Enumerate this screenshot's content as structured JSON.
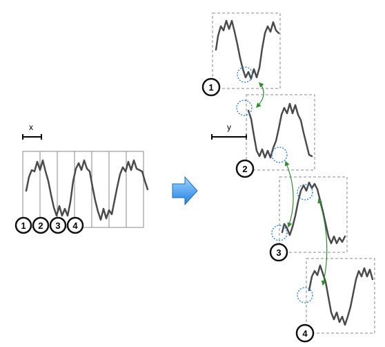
{
  "labels": {
    "x_scale": "x",
    "y_scale": "y"
  },
  "badges": [
    "1",
    "2",
    "3",
    "4"
  ],
  "colors": {
    "waveform": "#4a4a4a",
    "frame_border": "#888888",
    "highlight_circle": "#3b8ad6",
    "arrow": "#2f8c2f",
    "badge_border": "#111111",
    "arrow_fill": "#3f9ff0"
  },
  "icons": {
    "transform_arrow": "right-arrow-icon",
    "overlap_link": "double-arrow-icon"
  }
}
